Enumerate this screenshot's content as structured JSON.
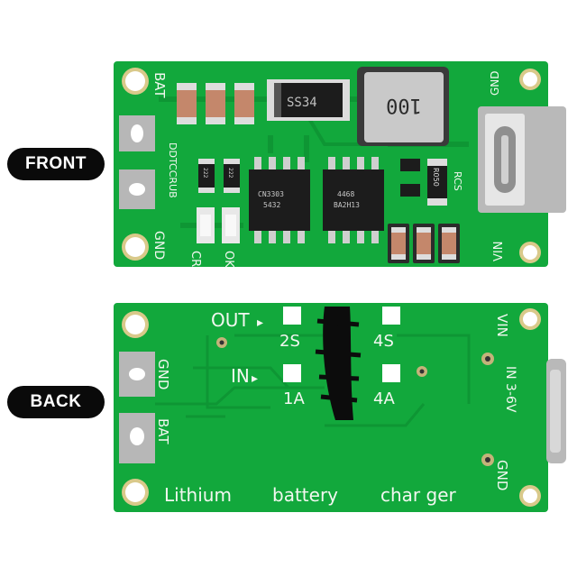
{
  "labels": {
    "front": "FRONT",
    "back": "BACK"
  },
  "front_board": {
    "bat": "BAT",
    "gnd_left": "GND",
    "gnd_top_right": "GND",
    "vin": "VIN",
    "ddtcc": "DDTCCRUB",
    "cr": "CR",
    "ok": "OK",
    "diode": "SS34",
    "inductor": "100",
    "chip1_line1": "CN3303",
    "chip1_line2": "5432",
    "chip2_line1": "4468",
    "chip2_line2": "BA2H13",
    "resistor_code": "R050",
    "rcs": "RCS",
    "smd_code": "222"
  },
  "back_board": {
    "out": "OUT",
    "in": "IN",
    "opt_2s": "2S",
    "opt_4s": "4S",
    "opt_1a": "1A",
    "opt_4a": "4A",
    "gnd_left": "GND",
    "bat": "BAT",
    "vin": "VIN",
    "in_range": "IN 3-6V",
    "gnd_right": "GND",
    "caption_1": "Lithium",
    "caption_2": "battery",
    "caption_3": "char ger"
  },
  "colors": {
    "pcb": "#12a83c",
    "pill": "#0a0a0a",
    "silk": "#f2f7f0",
    "chip": "#1c1c1c"
  }
}
